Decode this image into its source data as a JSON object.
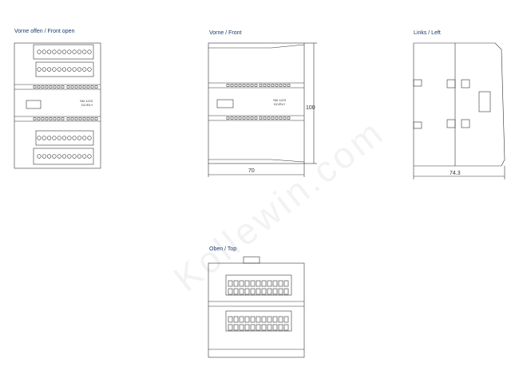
{
  "views": {
    "front_open": {
      "title": "Vorne offen / Front open"
    },
    "front": {
      "title": "Vorne / Front",
      "height_dim": "100",
      "width_dim": "70"
    },
    "left": {
      "title": "Links / Left",
      "width_dim": "74.3"
    },
    "top": {
      "title": "Oben / Top"
    }
  },
  "module": {
    "name": "SM 1223",
    "type": "DC/RLY"
  },
  "watermark": "Kollewin.com",
  "colors": {
    "line": "#333333",
    "label": "#1a3a6a"
  }
}
